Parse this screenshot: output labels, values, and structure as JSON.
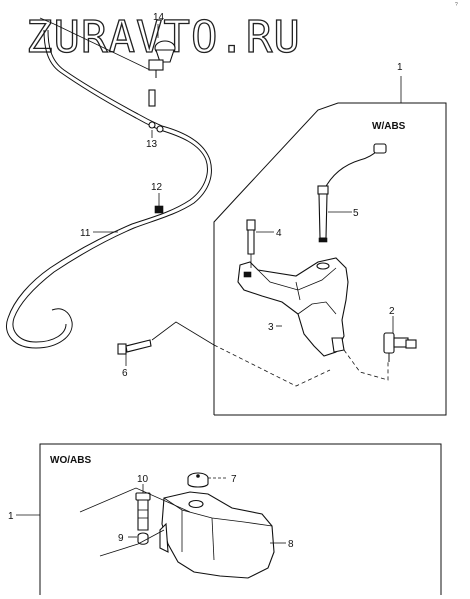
{
  "watermark": "ZURAVTO.RU",
  "corner_code": "?",
  "upper_group": {
    "assembly_callout": "1",
    "variant_label": "W/ABS"
  },
  "lower_group": {
    "assembly_callout": "1",
    "variant_label": "WO/ABS"
  },
  "callouts": {
    "p2": "2",
    "p3": "3",
    "p4": "4",
    "p5": "5",
    "p6": "6",
    "p7": "7",
    "p8": "8",
    "p9": "9",
    "p10": "10",
    "p11": "11",
    "p12": "12",
    "p13": "13",
    "p14": "14"
  },
  "icons": {
    "nozzle": "washer-nozzle-icon",
    "hose": "washer-hose-icon",
    "reservoir": "washer-reservoir-icon",
    "pump": "washer-pump-icon",
    "cap": "reservoir-cap-icon",
    "bolt": "bolt-icon",
    "level_sensor": "level-sensor-icon"
  }
}
